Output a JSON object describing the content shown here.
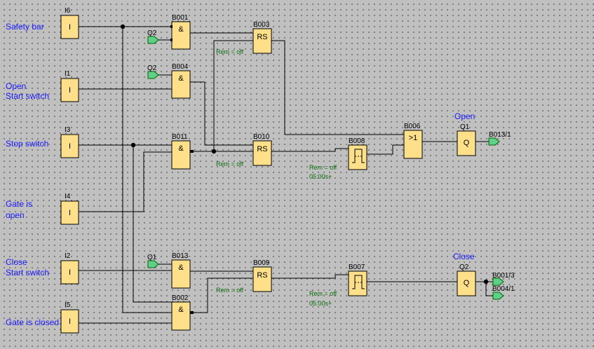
{
  "inputs": [
    {
      "id": "I6",
      "symbol": "I",
      "desc": [
        "Safety bar"
      ]
    },
    {
      "id": "I1",
      "symbol": "I",
      "desc": [
        "Open",
        "Start switch"
      ]
    },
    {
      "id": "I3",
      "symbol": "I",
      "desc": [
        "Stop switch"
      ]
    },
    {
      "id": "I4",
      "symbol": "I",
      "desc": [
        "Gate is",
        "open"
      ]
    },
    {
      "id": "I2",
      "symbol": "I",
      "desc": [
        "Close",
        "Start switch"
      ]
    },
    {
      "id": "I5",
      "symbol": "I",
      "desc": [
        "Gate is closed"
      ]
    }
  ],
  "blocks": {
    "b001": {
      "id": "B001",
      "symbol": "&"
    },
    "b004": {
      "id": "B004",
      "symbol": "&"
    },
    "b011": {
      "id": "B011",
      "symbol": "&"
    },
    "b013": {
      "id": "B013",
      "symbol": "&"
    },
    "b002": {
      "id": "B002",
      "symbol": "&"
    },
    "b003": {
      "id": "B003",
      "symbol": "RS",
      "param": "Rem = off"
    },
    "b010": {
      "id": "B010",
      "symbol": "RS",
      "param": "Rem = off"
    },
    "b009": {
      "id": "B009",
      "symbol": "RS",
      "param": "Rem = off"
    },
    "b008": {
      "id": "B008",
      "param": "Rem = off",
      "time": "05:00s+"
    },
    "b007": {
      "id": "B007",
      "param": "Rem = off",
      "time": "05:00s+"
    },
    "b006": {
      "id": "B006",
      "symbol": ">1"
    }
  },
  "outputs": {
    "q1": {
      "id": "Q1",
      "symbol": "Q",
      "desc": "Open"
    },
    "q2": {
      "id": "Q2",
      "symbol": "Q",
      "desc": "Close"
    }
  },
  "flags": {
    "f_b001": "Q2",
    "f_b004": "Q2",
    "f_b013": "Q1",
    "ref_q1": "B013/1",
    "ref_q2a": "B001/3",
    "ref_q2b": "B004/1"
  },
  "colors": {
    "block_fill": "#ffe08a",
    "wire": "#000000",
    "io_text": "#1a1aff",
    "param_text": "#0a6e0a",
    "flag_fill": "#5fd08a"
  }
}
